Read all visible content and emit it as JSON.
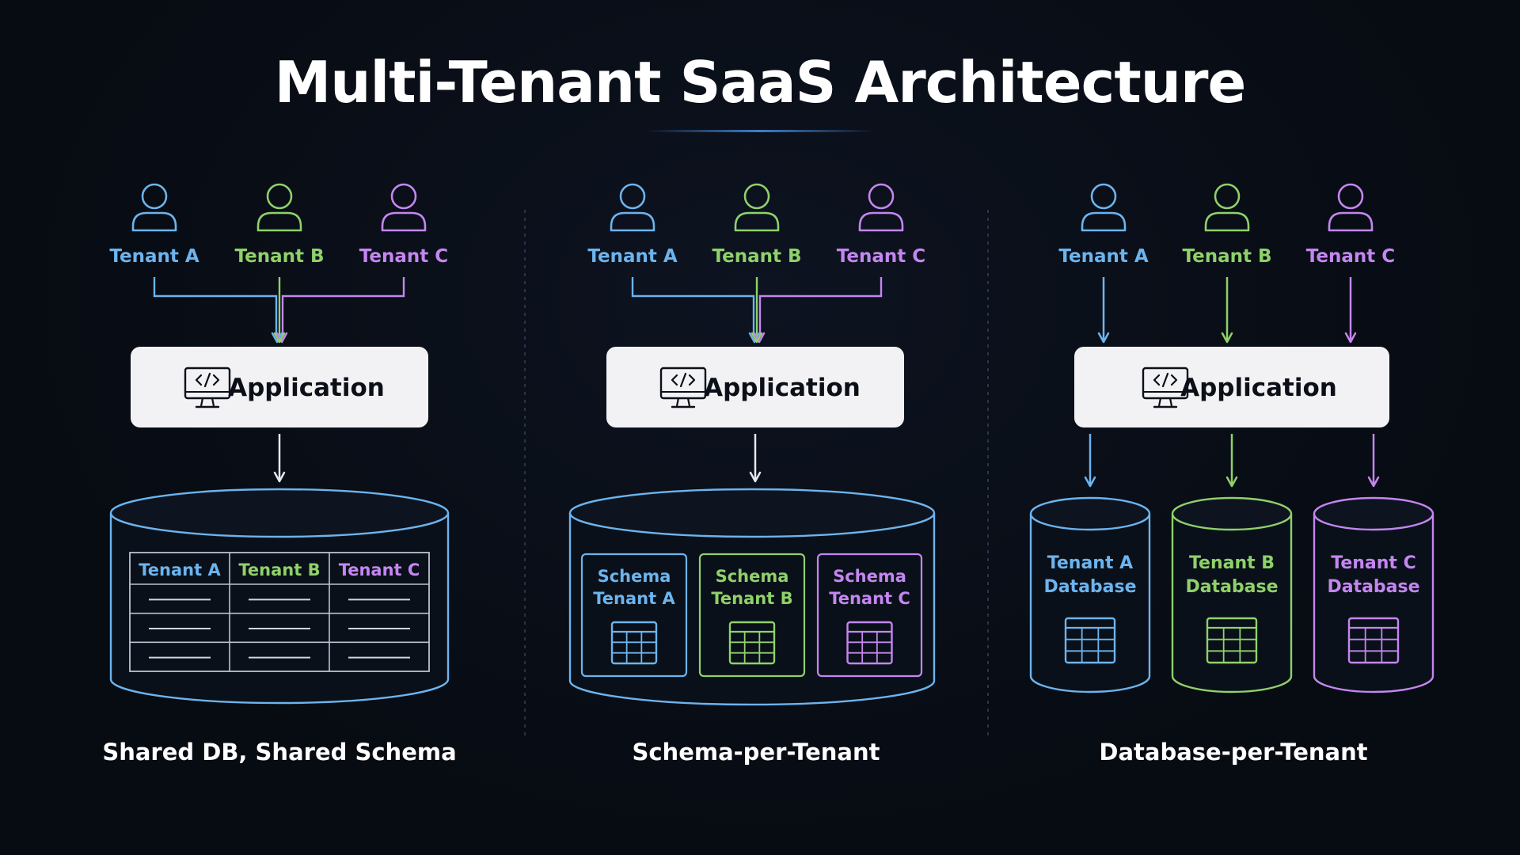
{
  "title": "Multi-Tenant SaaS Architecture",
  "colors": {
    "tenant_a": "#6cb4ee",
    "tenant_b": "#8fd16a",
    "tenant_c": "#c486f0",
    "box_fill": "#f2f2f4",
    "box_text": "#0b0f18",
    "neutral": "#e6e8ee",
    "accent_line": "#3f7fc4",
    "divider": "#2b3446"
  },
  "icons": {
    "tenant": "user-icon",
    "application": "monitor-code-icon",
    "table": "table-grid-icon"
  },
  "panels": [
    {
      "id": "shared-schema",
      "caption": "Shared DB, Shared Schema",
      "tenants": [
        "Tenant A",
        "Tenant B",
        "Tenant C"
      ],
      "app_label": "Application",
      "table_headers": [
        "Tenant A",
        "Tenant B",
        "Tenant C"
      ]
    },
    {
      "id": "schema-per-tenant",
      "caption": "Schema-per-Tenant",
      "tenants": [
        "Tenant A",
        "Tenant B",
        "Tenant C"
      ],
      "app_label": "Application",
      "schemas": [
        [
          "Schema",
          "Tenant A"
        ],
        [
          "Schema",
          "Tenant B"
        ],
        [
          "Schema",
          "Tenant C"
        ]
      ]
    },
    {
      "id": "database-per-tenant",
      "caption": "Database-per-Tenant",
      "tenants": [
        "Tenant A",
        "Tenant B",
        "Tenant C"
      ],
      "app_label": "Application",
      "databases": [
        [
          "Tenant A",
          "Database"
        ],
        [
          "Tenant B",
          "Database"
        ],
        [
          "Tenant C",
          "Database"
        ]
      ]
    }
  ]
}
